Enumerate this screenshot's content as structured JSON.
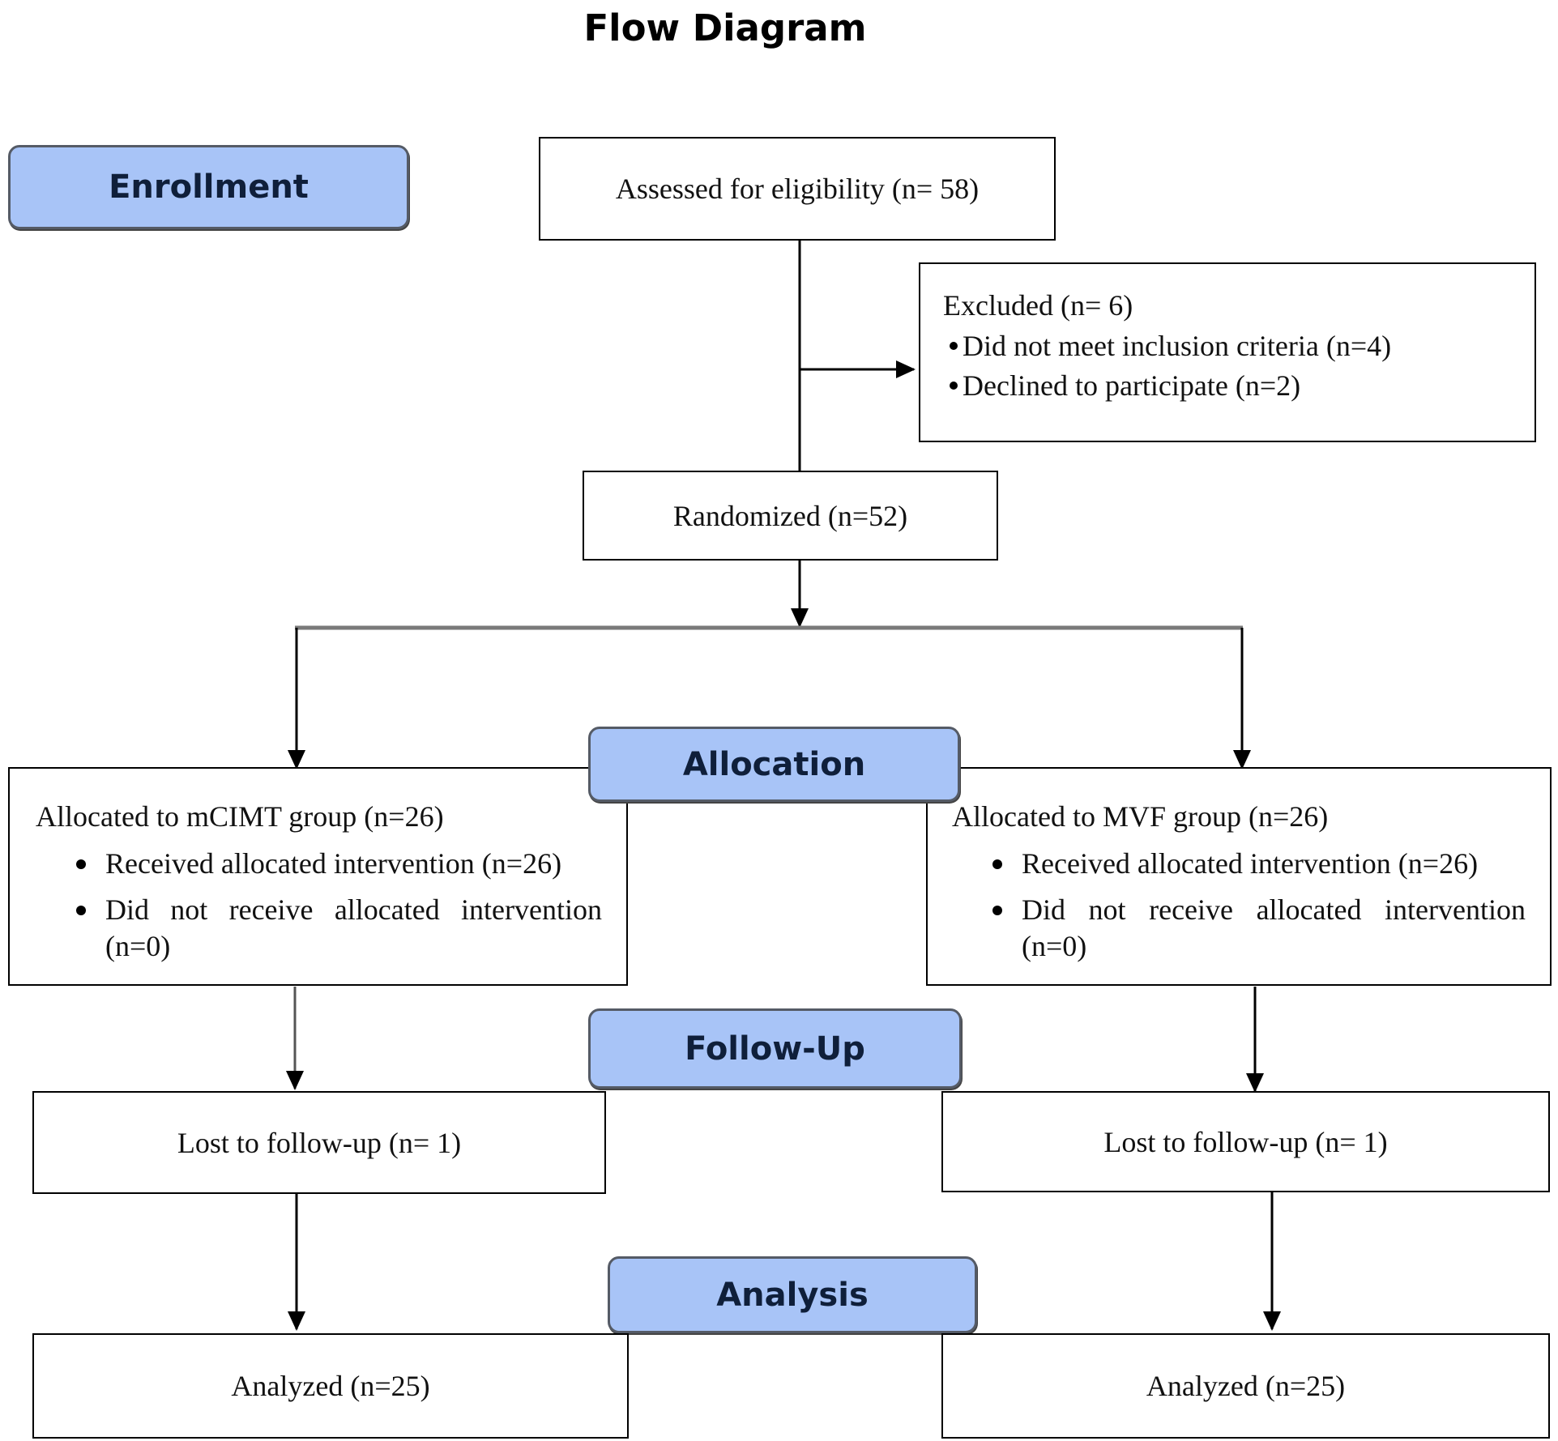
{
  "title": "Flow Diagram",
  "stages": {
    "enrollment": "Enrollment",
    "allocation": "Allocation",
    "follow_up": "Follow-Up",
    "analysis": "Analysis"
  },
  "assessed": "Assessed for eligibility (n= 58)",
  "excluded": {
    "heading": "Excluded (n= 6)",
    "items": [
      "Did not meet inclusion criteria (n=4)",
      "Declined to participate (n=2)"
    ]
  },
  "randomized": "Randomized (n=52)",
  "left_arm": {
    "allocated": {
      "heading": "Allocated to mCIMT group (n=26)",
      "items": [
        "Received allocated intervention (n=26)",
        "Did not receive allocated intervention (n=0)"
      ]
    },
    "lost": "Lost to follow-up (n= 1)",
    "analyzed": "Analyzed (n=25)"
  },
  "right_arm": {
    "allocated": {
      "heading": "Allocated to MVF group (n=26)",
      "items": [
        "Received allocated intervention (n=26)",
        "Did not receive allocated intervention (n=0)"
      ]
    },
    "lost": "Lost to follow-up (n= 1)",
    "analyzed": "Analyzed (n=25)"
  }
}
